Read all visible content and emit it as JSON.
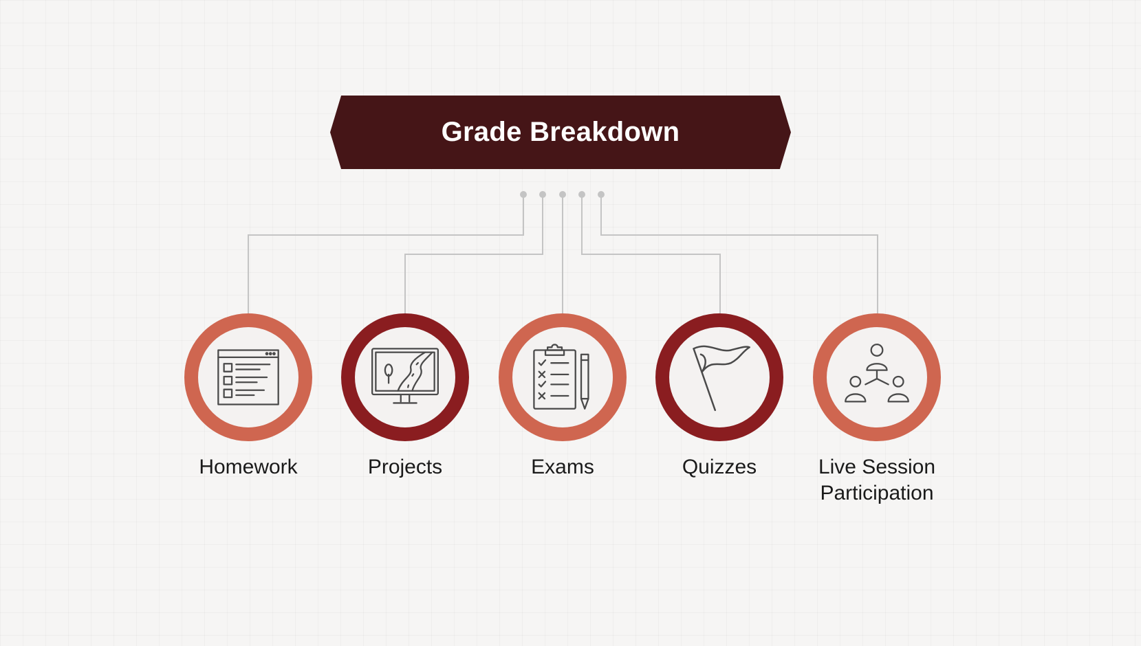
{
  "title": "Grade Breakdown",
  "colors": {
    "banner": "#451517",
    "ring_light": "#cf6650",
    "ring_dark": "#8a1d20",
    "connector": "#c4c4c4",
    "icon_stroke": "#4a4a4a"
  },
  "categories": [
    {
      "label_lines": [
        "Homework"
      ],
      "icon": "checklist-window-icon",
      "ring": "light"
    },
    {
      "label_lines": [
        "Projects"
      ],
      "icon": "monitor-road-icon",
      "ring": "dark"
    },
    {
      "label_lines": [
        "Exams"
      ],
      "icon": "clipboard-pencil-icon",
      "ring": "light"
    },
    {
      "label_lines": [
        "Quizzes"
      ],
      "icon": "flag-icon",
      "ring": "dark"
    },
    {
      "label_lines": [
        "Live Session",
        "Participation"
      ],
      "icon": "people-network-icon",
      "ring": "light"
    }
  ]
}
